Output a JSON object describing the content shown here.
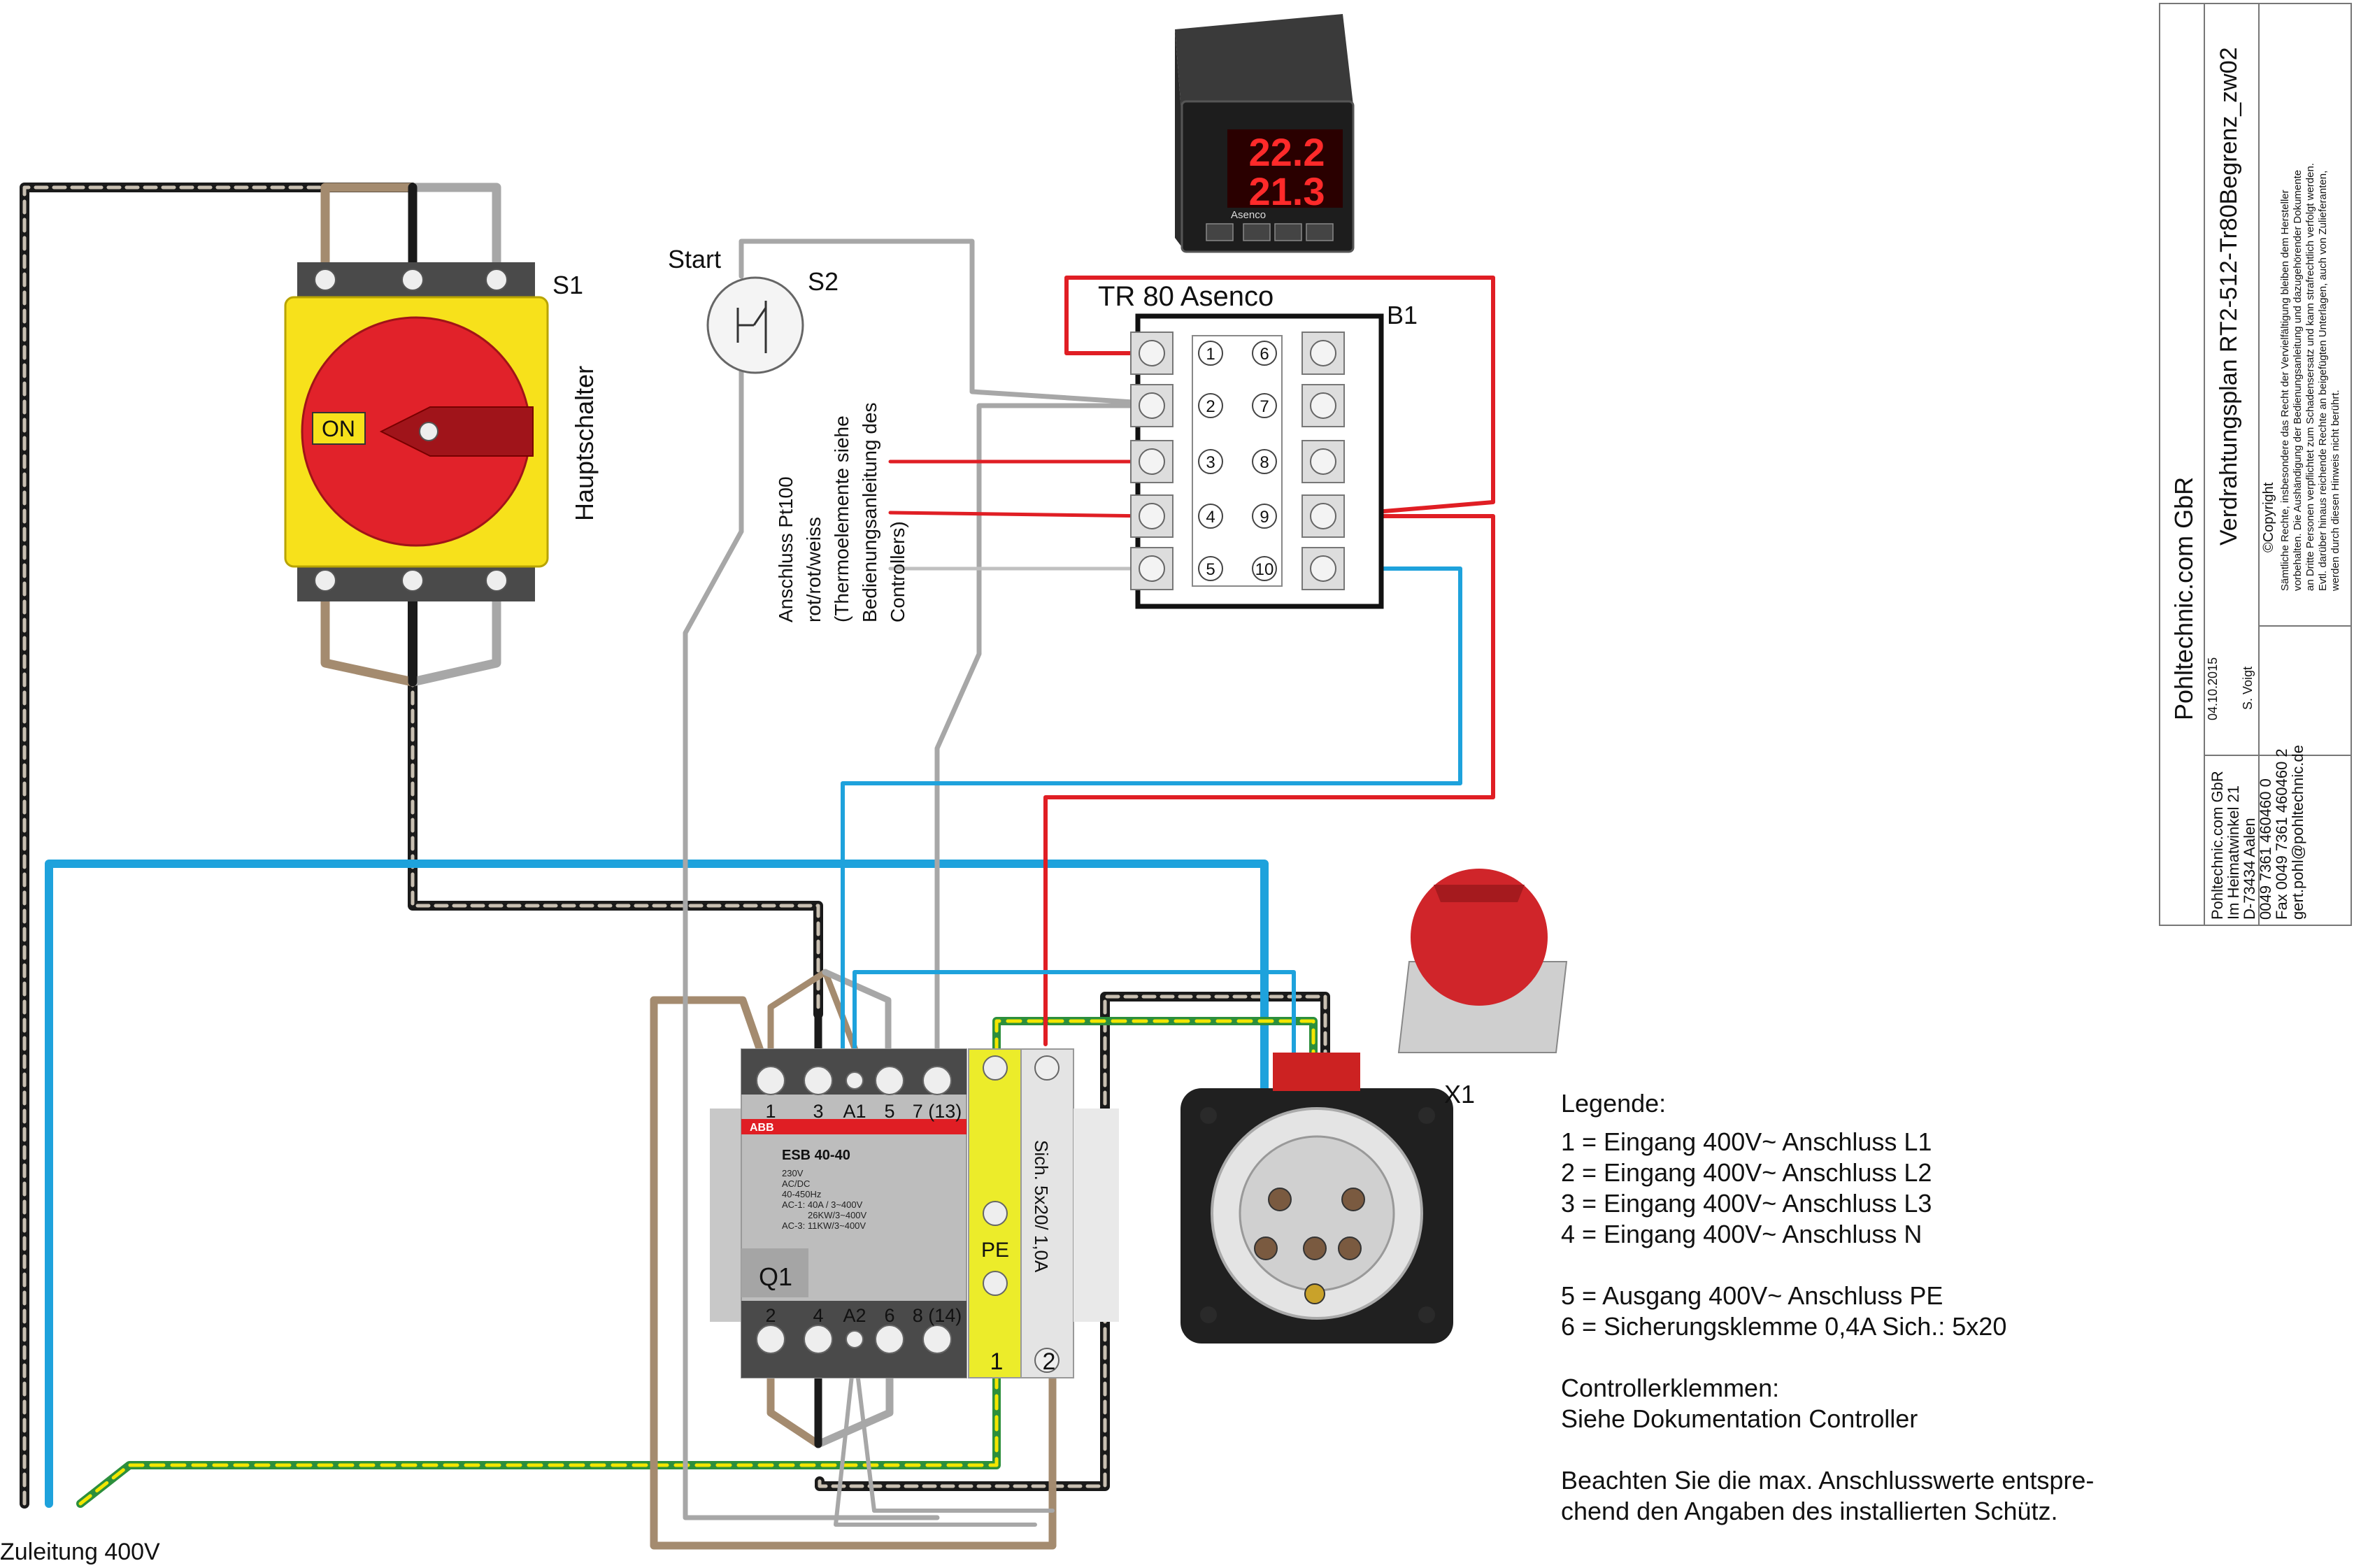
{
  "switch": {
    "label": "S1",
    "side_label": "Hauptschalter",
    "on": "ON"
  },
  "start": {
    "label": "Start",
    "id": "S2"
  },
  "controller": {
    "title": "TR 80 Asenco",
    "id": "B1",
    "terminals_left": [
      "1",
      "2",
      "3",
      "4",
      "5"
    ],
    "terminals_right": [
      "6",
      "7",
      "8",
      "9",
      "10"
    ],
    "display_pv": "22.2",
    "display_sv": "21.3",
    "brand": "Asenco"
  },
  "pt100_note": [
    "Anschluss Pt100",
    "rot/rot/weiss",
    "(Thermoelemente siehe",
    "Bedienungsanleitung des",
    "Controllers)"
  ],
  "contactor": {
    "top_terms": [
      "1",
      "3",
      "A1",
      "5",
      "7 (13)"
    ],
    "bottom_terms": [
      "2",
      "4",
      "A2",
      "6",
      "8 (14)"
    ],
    "brand": "ABB",
    "model": "ESB 40-40",
    "specs": [
      "230V",
      "AC/DC",
      "40-450Hz",
      "AC-1:  40A / 3~400V",
      "26KW/3~400V",
      "AC-3:  11KW/3~400V"
    ],
    "id": "Q1"
  },
  "terminal_block": {
    "pe_label": "PE",
    "fuse_label": "Sich. 5x20/ 1,0A",
    "num1": "1",
    "num2": "2"
  },
  "socket": {
    "label": "X1"
  },
  "supply_label": "Zuleitung 400V",
  "legend": {
    "title": "Legende:",
    "lines": [
      "1 = Eingang 400V~ Anschluss L1",
      "2 = Eingang 400V~ Anschluss L2",
      "3 = Eingang 400V~ Anschluss L3",
      "4 = Eingang 400V~ Anschluss  N",
      "",
      "5 = Ausgang 400V~  Anschluss PE",
      "6 = Sicherungsklemme 0,4A Sich.: 5x20",
      "",
      "Controllerklemmen:",
      "Siehe Dokumentation Controller",
      "",
      "Beachten Sie die max. Anschlusswerte entspre-",
      "chend den Angaben des  installierten Schütz."
    ]
  },
  "title_block": {
    "company": "Pohltechnic.com GbR",
    "title": "Verdrahtungsplan RT2-512-Tr80Begrenz_zw02",
    "date": "04.10.2015",
    "author": "S. Voigt",
    "copyright_head": "©Copyright",
    "copyright_text": [
      "Sämtliche Rechte, insbesondere das Recht  der Vervielfältigung bleiben dem Hersteller",
      "vorbehalten. Die Aushändigung der Bedienungsanleitung und dazugehörender Dokumente",
      "an Dritte Personen verpflichtet zum Schadensersatz und kann strafrechtlich verfolgt werden.",
      "Evtl. darüber hinaus reichende Rechte an beigefügten Unterlagen, auch von Zulieferanten,",
      "werden durch diesen Hinweis nicht berührt."
    ],
    "address": [
      "Pohltechnic.com GbR",
      "Im Heimatwinkel 21",
      "D-73434 Aalen",
      "0049 7361 460460 0",
      "Fax 0049 7361 460460 2",
      "gert.pohl@pohltechnic.de"
    ]
  },
  "colors": {
    "brown": "#a48b6f",
    "grey": "#a7a7a7",
    "blue": "#1ea2dc",
    "red": "#e01e24",
    "black": "#1a1a1a",
    "yellow": "#f3e600",
    "green": "#2c8f3c",
    "switch_red": "#e1222a",
    "switch_yellow": "#f7e11b",
    "terminal_yellow": "#ecec2a"
  }
}
